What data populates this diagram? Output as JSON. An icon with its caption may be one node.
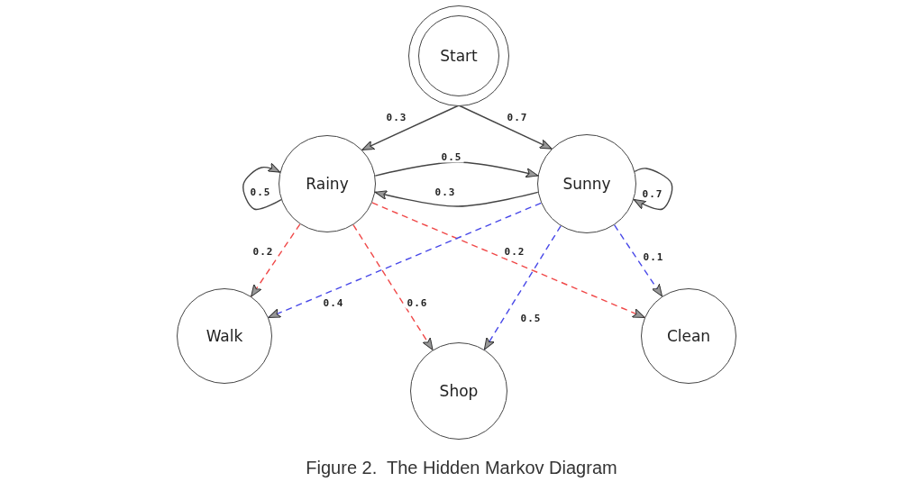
{
  "diagram": {
    "caption": "Figure 2.  The Hidden Markov Diagram",
    "nodes": [
      {
        "text": [
          "Start"
        ]
      },
      {
        "text": [
          "Rainy"
        ]
      },
      {
        "text": [
          "Sunny"
        ]
      },
      {
        "text": [
          "Walk"
        ]
      },
      {
        "text": [
          "Shop"
        ]
      },
      {
        "text": [
          "Clean"
        ]
      }
    ],
    "edges": [
      {
        "from": 0,
        "to": 1,
        "arrow": "to",
        "label": "0.3"
      },
      {
        "from": 0,
        "to": 2,
        "arrow": "to",
        "label": "0.7"
      },
      {
        "from": 1,
        "to": 2,
        "arrow": "to",
        "label": "0.5"
      },
      {
        "from": 2,
        "to": 1,
        "arrow": "to",
        "label": "0.3"
      },
      {
        "from": 1,
        "to": 1,
        "arrow": "to",
        "label": "0.5"
      },
      {
        "from": 2,
        "to": 2,
        "arrow": "to",
        "label": "0.7"
      },
      {
        "from": 1,
        "to": 3,
        "arrow": "to",
        "label": "0.2",
        "style": "dashed",
        "color": "#f04848"
      },
      {
        "from": 1,
        "to": 4,
        "arrow": "to",
        "label": "0.6",
        "style": "dashed",
        "color": "#f04848"
      },
      {
        "from": 1,
        "to": 5,
        "arrow": "to",
        "label": "0.2",
        "style": "dashed",
        "color": "#f04848"
      },
      {
        "from": 2,
        "to": 3,
        "arrow": "to",
        "label": "0.4",
        "style": "dashed",
        "color": "#4848e8"
      },
      {
        "from": 2,
        "to": 4,
        "arrow": "to",
        "label": "0.5",
        "style": "dashed",
        "color": "#4848e8"
      },
      {
        "from": 2,
        "to": 5,
        "arrow": "to",
        "label": "0.1",
        "style": "dashed",
        "color": "#4848e8"
      }
    ]
  }
}
